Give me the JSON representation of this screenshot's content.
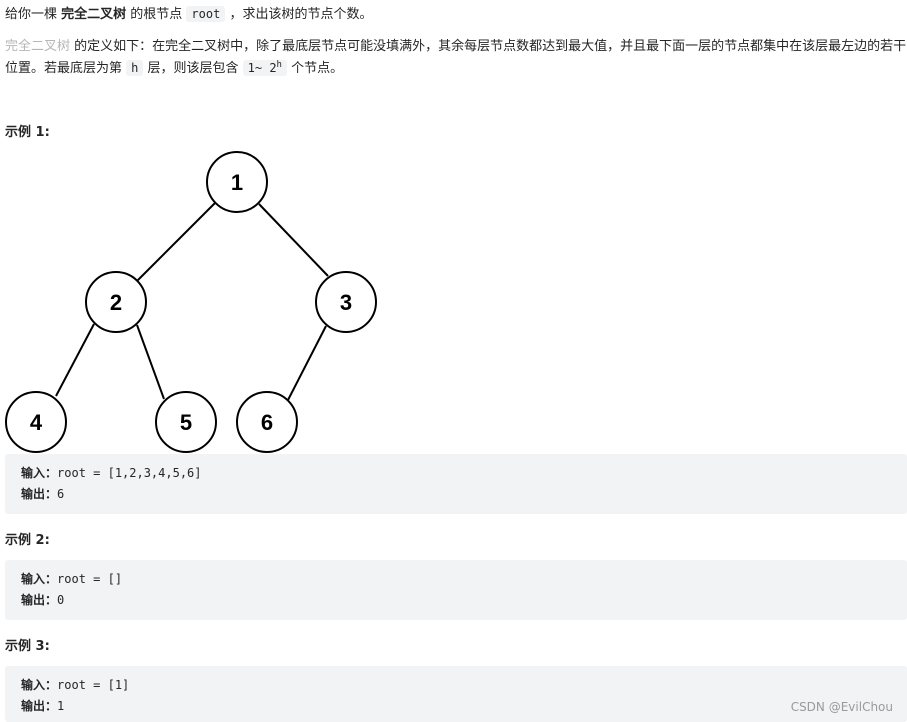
{
  "intro": {
    "part1": "给你一棵 ",
    "term": "完全二叉树",
    "part2": " 的根节点 ",
    "code_root": "root",
    "part3": " ，求出该树的节点个数。"
  },
  "definition": {
    "term": "完全二叉树",
    "line1_rest": " 的定义如下：在完全二叉树中，除了最底层节点可能没填满外，其余每层节点数都达到最大值，并且最下面一层的节点都集中在该层最左边的若干",
    "line2_part1": "位置。若最底层为第 ",
    "code_h": "h",
    "line2_part2": " 层，则该层包含 ",
    "code_range": "1~ 2",
    "code_sup": "h",
    "line2_part3": " 个节点。"
  },
  "tree": {
    "nodes": [
      {
        "label": "1"
      },
      {
        "label": "2"
      },
      {
        "label": "3"
      },
      {
        "label": "4"
      },
      {
        "label": "5"
      },
      {
        "label": "6"
      }
    ]
  },
  "examples": [
    {
      "title": "示例 1:",
      "input_label": "输入：",
      "input_value": "root = [1,2,3,4,5,6]",
      "output_label": "输出：",
      "output_value": "6"
    },
    {
      "title": "示例 2:",
      "input_label": "输入：",
      "input_value": "root = []",
      "output_label": "输出：",
      "output_value": "0"
    },
    {
      "title": "示例 3:",
      "input_label": "输入：",
      "input_value": "root = [1]",
      "output_label": "输出：",
      "output_value": "1"
    }
  ],
  "watermark": "CSDN @EvilChou"
}
